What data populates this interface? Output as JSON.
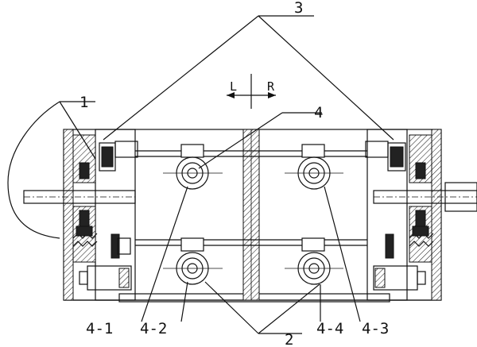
{
  "labels": {
    "part_1": "1",
    "part_2": "2",
    "part_3": "3",
    "part_4": "4",
    "part_4_1": "4-1",
    "part_4_2": "4-2",
    "part_4_3": "4-3",
    "part_4_4": "4-4",
    "dir_left": "L",
    "dir_right": "R"
  }
}
